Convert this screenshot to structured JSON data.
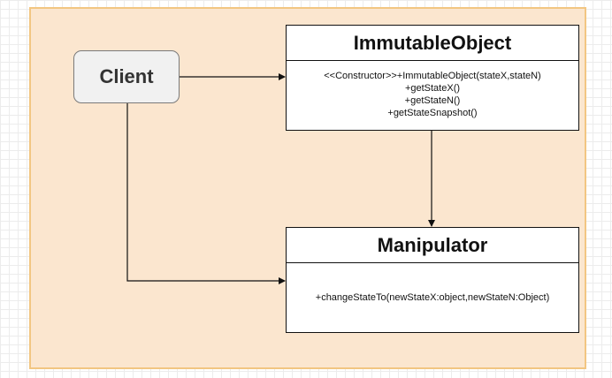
{
  "diagram": {
    "client": {
      "label": "Client"
    },
    "immutable_object": {
      "title": "ImmutableObject",
      "members": [
        "<<Constructor>>+ImmutableObject(stateX,stateN)",
        "+getStateX()",
        "+getStateN()",
        "+getStateSnapshot()"
      ]
    },
    "manipulator": {
      "title": "Manipulator",
      "members": [
        "+changeStateTo(newStateX:object,newStateN:Object)"
      ]
    },
    "colors": {
      "container_fill": "#fbe6cf",
      "container_border": "#f2c682",
      "client_fill": "#f1f1f1",
      "line": "#111111"
    }
  }
}
